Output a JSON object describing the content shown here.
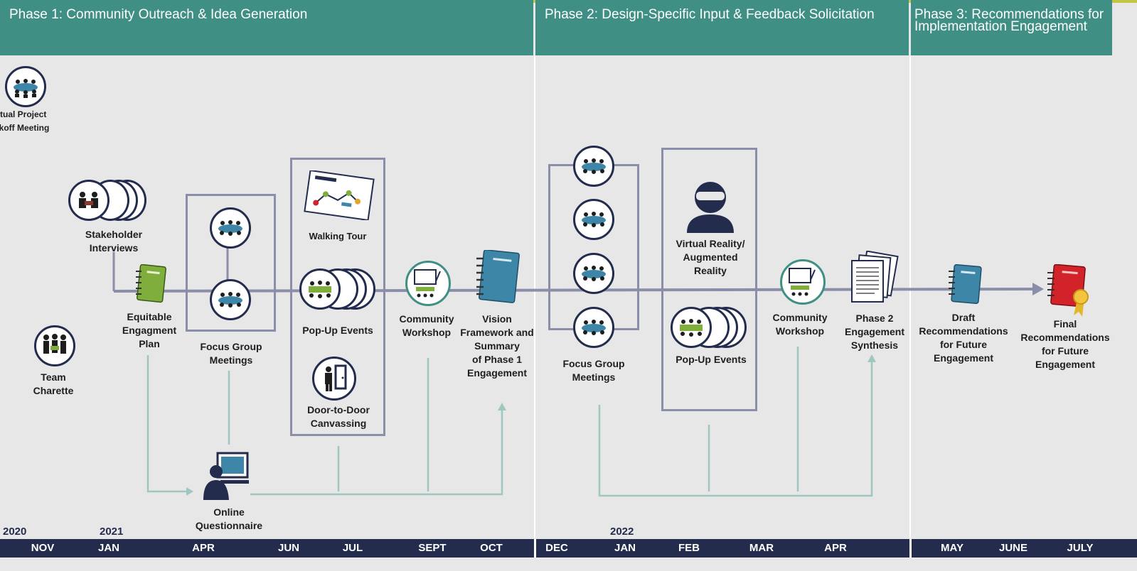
{
  "colors": {
    "teal": "#3f8f84",
    "navy": "#232c4d",
    "lavender": "#8a8ea8",
    "lightline": "#9fc7bf",
    "bg": "#e7e7e8",
    "green": "#7fae3d",
    "red": "#d2232a",
    "blue": "#3e86a8"
  },
  "phases": [
    {
      "label": "Phase 1: Community Outreach & Idea Generation"
    },
    {
      "label": "Phase 2: Design-Specific Input & Feedback Solicitation"
    },
    {
      "label": "Phase 3: Recommendations for Implementation Engagement"
    }
  ],
  "timeline": {
    "years": [
      "2020",
      "2021",
      "2022"
    ],
    "months": [
      "NOV",
      "JAN",
      "APR",
      "JUN",
      "JUL",
      "SEPT",
      "OCT",
      "DEC",
      "JAN",
      "FEB",
      "MAR",
      "APR",
      "MAY",
      "JUNE",
      "JULY"
    ]
  },
  "activities": {
    "kickoff": "irtual Project\nckoff Meeting",
    "stakeholder": "Stakeholder\nInterviews",
    "team_charette": "Team\nCharette",
    "equitable_plan": "Equitable\nEngagment\nPlan",
    "focus_group_1": "Focus Group\nMeetings",
    "walking_tour": "Walking Tour",
    "popup_1": "Pop-Up Events",
    "door_to_door": "Door-to-Door\nCanvassing",
    "online_questionnaire": "Online\nQuestionnaire",
    "community_workshop_1": "Community\nWorkshop",
    "vision_framework": "Vision\nFramework and\nSummary\nof Phase 1\nEngagement",
    "focus_group_2": "Focus Group\nMeetings",
    "vr_ar": "Virtual Reality/\nAugmented\nReality",
    "popup_2": "Pop-Up Events",
    "community_workshop_2": "Community\nWorkshop",
    "phase2_synthesis": "Phase 2\nEngagement\nSynthesis",
    "draft_recommendations": "Draft\nRecommendations\nfor Future\nEngagement",
    "final_recommendations": "Final\nRecommendations\nfor Future\nEngagement"
  },
  "icons": {
    "meeting": "group-meeting-icon",
    "interview": "interview-icon",
    "notebook": "notebook-icon",
    "map": "walking-map-icon",
    "door": "door-icon",
    "computer": "computer-user-icon",
    "workshop": "workshop-icon",
    "vr": "vr-headset-icon",
    "documents": "documents-icon",
    "award": "award-ribbon-icon"
  }
}
